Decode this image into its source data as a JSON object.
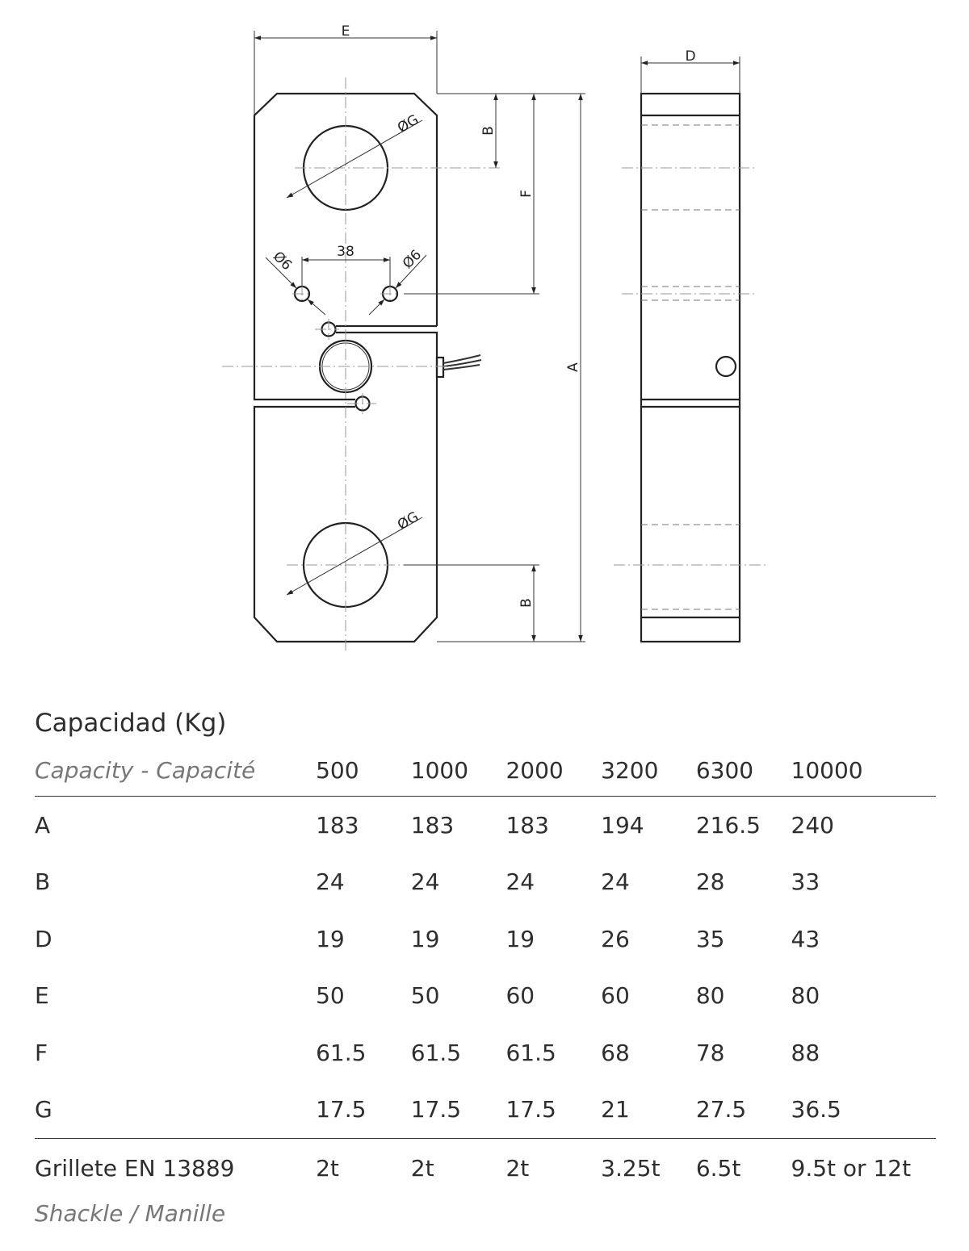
{
  "drawing": {
    "labels": {
      "E": "E",
      "D": "D",
      "B_top": "B",
      "B_bottom": "B",
      "F": "F",
      "A": "A",
      "phiG_top": "ØG",
      "phiG_bottom": "ØG",
      "phi6_left": "Ø6",
      "phi6_right": "Ø6",
      "hole_spacing": "38"
    }
  },
  "table": {
    "title": "Capacidad (Kg)",
    "subtitle": "Capacity - Capacité",
    "capacities": [
      "500",
      "1000",
      "2000",
      "3200",
      "6300",
      "10000"
    ],
    "rows": [
      {
        "label": "A",
        "values": [
          "183",
          "183",
          "183",
          "194",
          "216.5",
          "240"
        ]
      },
      {
        "label": "B",
        "values": [
          "24",
          "24",
          "24",
          "24",
          "28",
          "33"
        ]
      },
      {
        "label": "D",
        "values": [
          "19",
          "19",
          "19",
          "26",
          "35",
          "43"
        ]
      },
      {
        "label": "E",
        "values": [
          "50",
          "50",
          "60",
          "60",
          "80",
          "80"
        ]
      },
      {
        "label": "F",
        "values": [
          "61.5",
          "61.5",
          "61.5",
          "68",
          "78",
          "88"
        ]
      },
      {
        "label": "G",
        "values": [
          "17.5",
          "17.5",
          "17.5",
          "21",
          "27.5",
          "36.5"
        ]
      }
    ],
    "shackle": {
      "label": "Grillete EN 13889",
      "sublabel": "Shackle / Manille",
      "values": [
        "2t",
        "2t",
        "2t",
        "3.25t",
        "6.5t",
        "9.5t or 12t"
      ]
    }
  }
}
